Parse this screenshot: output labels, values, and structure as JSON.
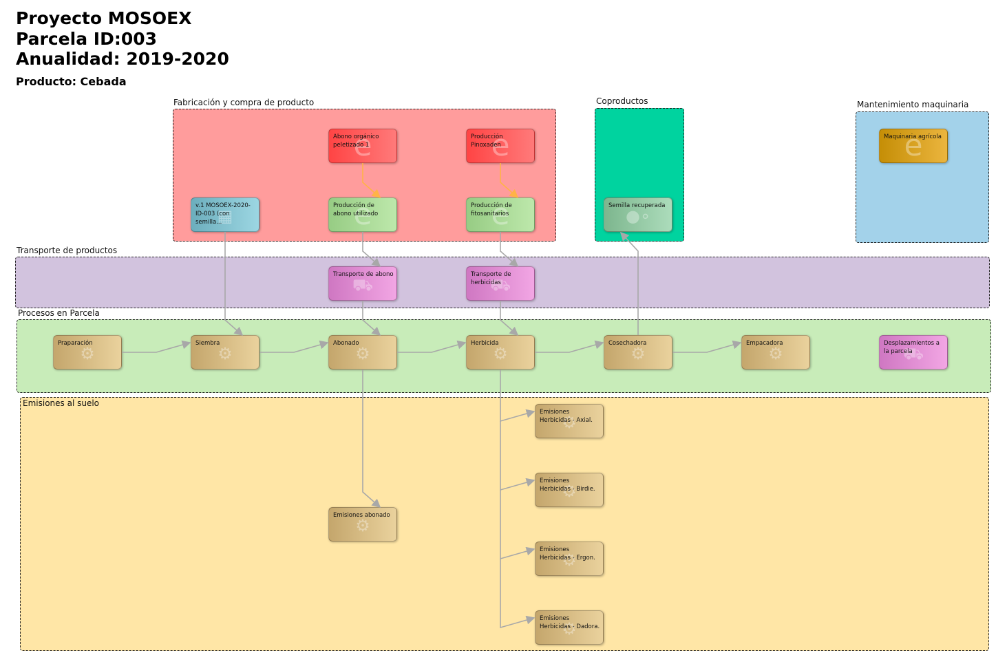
{
  "header": {
    "title": "Proyecto MOSOEX",
    "parcela": "Parcela ID:003",
    "anualidad": "Anualidad: 2019-2020",
    "producto": "Producto: Cebada"
  },
  "groups": {
    "fabricacion": "Fabricación y compra de producto",
    "coproductos": "Coproductos",
    "mantenimiento": "Mantenimiento maquinaria",
    "transporte": "Transporte de productos",
    "procesos": "Procesos en Parcela",
    "emisiones": "Emisiones al suelo"
  },
  "nodes": {
    "abono_organico": "Abono orgánico peletizado 1",
    "pinoxaden": "Producción Pinoxaden",
    "v1": "v.1 MOSOEX-2020-ID-003 (con semilla...",
    "prod_abono": "Producción de abono utilizado",
    "prod_fito": "Producción de fitosanitarios",
    "semilla": "Semilla recuperada",
    "maquinaria": "Maquinaria agrícola",
    "transp_abono": "Transporte de abono",
    "transp_herb": "Transporte de herbicidas",
    "preparacion": "Praparación",
    "siembra": "Siembra",
    "abonado": "Abonado",
    "herbicida": "Herbicida",
    "cosechadora": "Cosechadora",
    "empacadora": "Empacadora",
    "desplazamientos": "Desplazamientos a la parcela",
    "em_axial": "Emisiones Herbicidas - Axial.",
    "em_birdie": "Emisiones Herbicidas - Birdie.",
    "em_ergon": "Emisiones Herbicidas - Ergon.",
    "em_dadora": "Emisiones Herbicidas - Dadora.",
    "em_abonado": "Emisiones abonado"
  },
  "colors": {
    "fabricacion": "#ff9c9c",
    "coproductos": "#00d39f",
    "mantenimiento": "#a3d2ea",
    "transporte": "#d2c3de",
    "procesos": "#c8ecb9",
    "emisiones": "#ffe6a6",
    "edge": "#a8a8a8",
    "edge_orange": "#ffb347"
  }
}
